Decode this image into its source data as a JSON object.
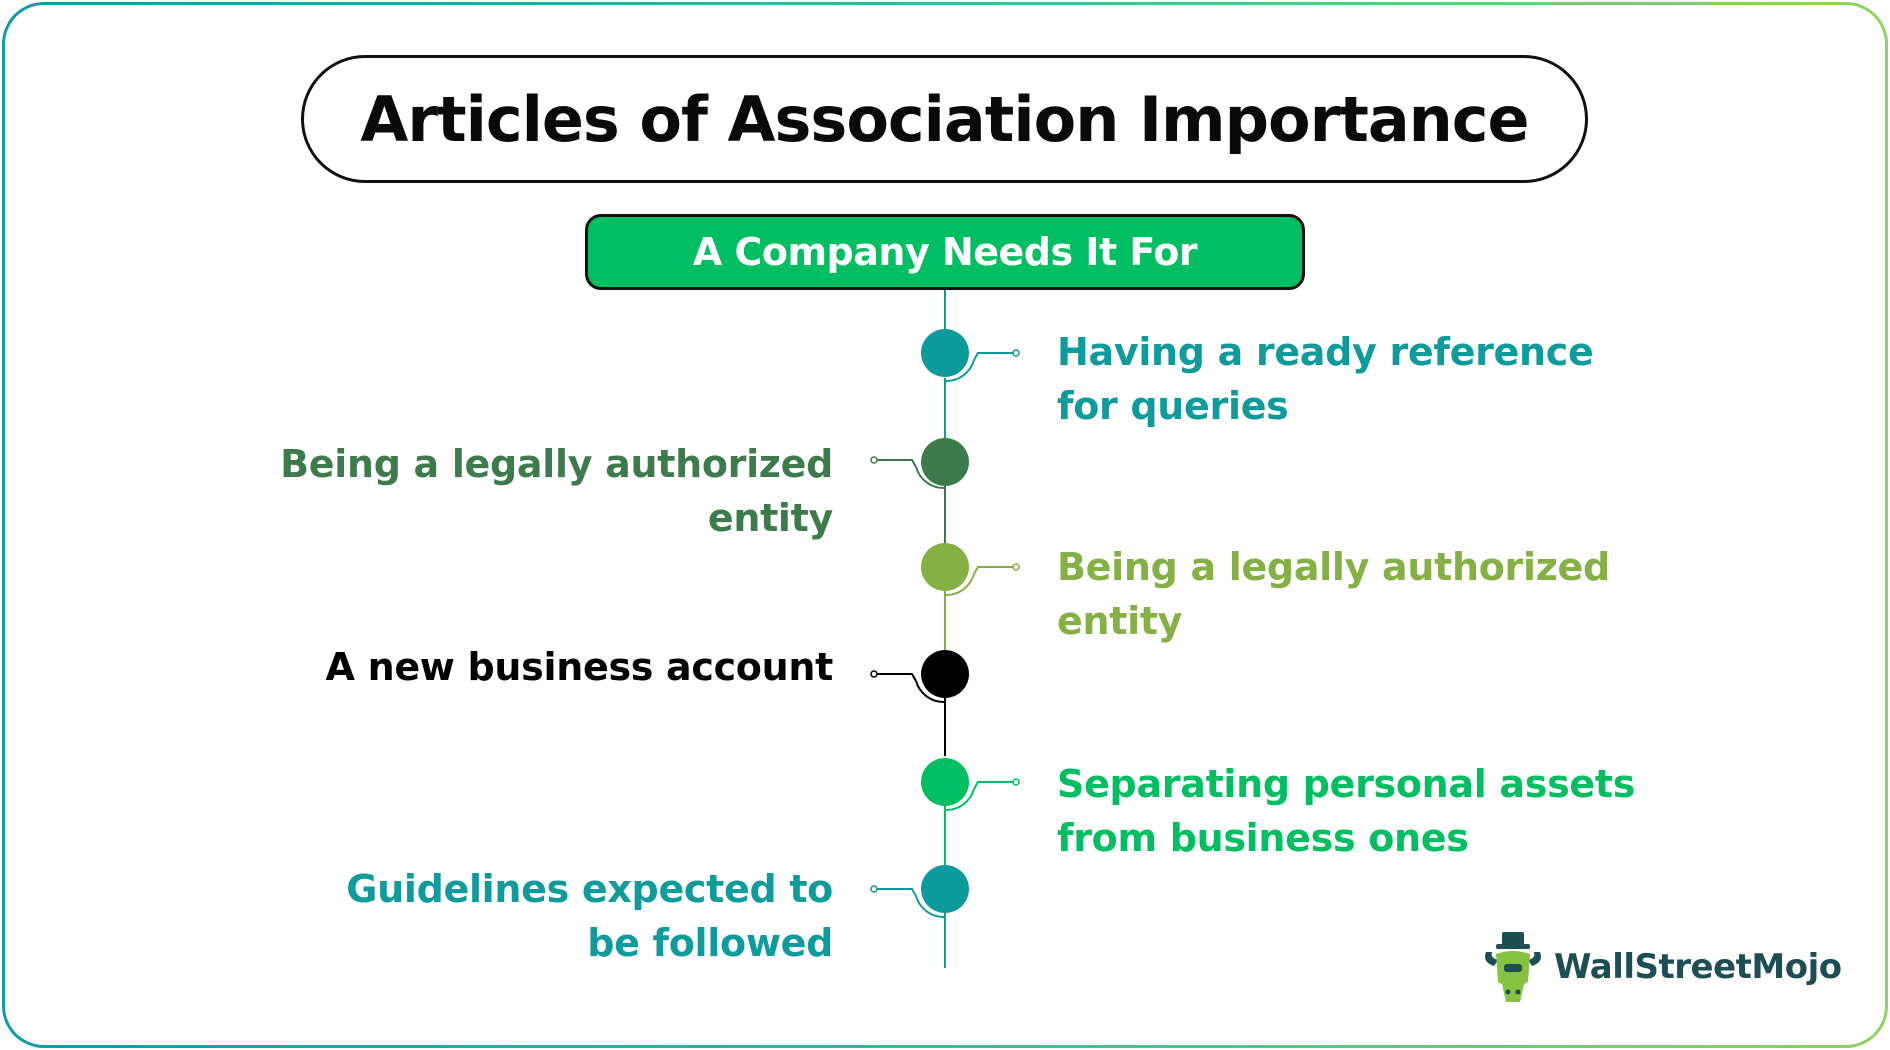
{
  "title": "Articles of Association Importance",
  "subtitle": "A Company Needs It For",
  "items": [
    {
      "text": "Having a ready reference for queries",
      "line1": "Having a ready reference",
      "line2": "for queries",
      "side": "right",
      "color": "#0e9b9b"
    },
    {
      "text": "Being a legally authorized entity",
      "line1": "Being a legally authorized",
      "line2": "entity",
      "side": "left",
      "color": "#3d7a4c"
    },
    {
      "text": "Being a legally authorized entity",
      "line1": "Being a legally authorized",
      "line2": "entity",
      "side": "right",
      "color": "#85b043"
    },
    {
      "text": "A new business account",
      "line1": "A new business account",
      "line2": "",
      "side": "left",
      "color": "#000000"
    },
    {
      "text": "Separating personal assets from business ones",
      "line1": "Separating personal assets",
      "line2": "from business ones",
      "side": "right",
      "color": "#00bf63"
    },
    {
      "text": "Guidelines expected to be followed",
      "line1": "Guidelines expected to",
      "line2": "be followed",
      "side": "left",
      "color": "#0e9b9b"
    }
  ],
  "colors": {
    "title_border": "#111111",
    "subtitle_fill": "#00bf63",
    "frame_gradient_start": "#0e9bab",
    "frame_gradient_end": "#8fd45e"
  },
  "logo": {
    "text": "WallStreetMojo",
    "icon": "bull-mascot-icon"
  }
}
